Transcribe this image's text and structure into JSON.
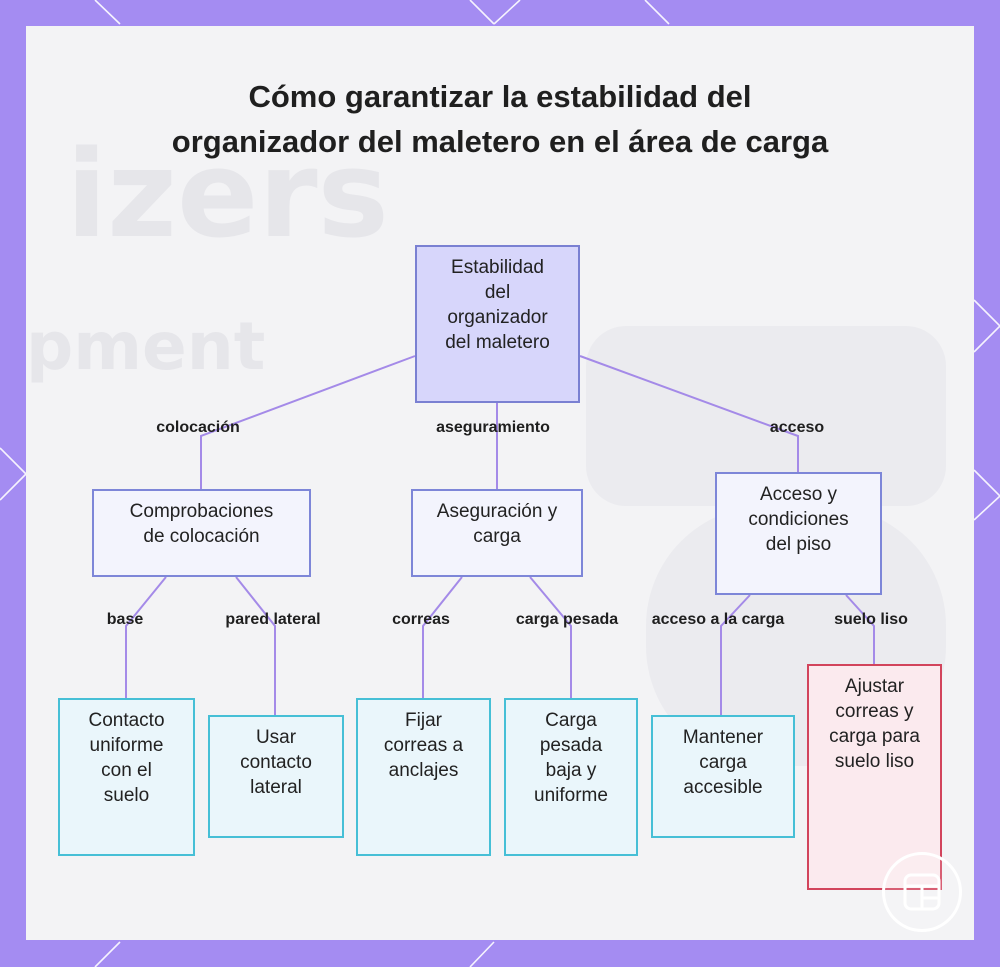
{
  "title": "Cómo garantizar la estabilidad del organizador del maletero en el área de carga",
  "watermark": {
    "word1": "izers",
    "word2": "pment"
  },
  "nodes": {
    "root": "Estabilidad del organizador del maletero",
    "colocacion": "Comprobaciones de colocación",
    "aseguracion": "Aseguración y carga",
    "acceso": "Acceso y condiciones del piso",
    "contacto": "Contacto uniforme con el suelo",
    "lateral": "Usar contacto lateral",
    "fijar": "Fijar correas a anclajes",
    "pesada": "Carga pesada baja y uniforme",
    "mantener": "Mantener carga accesible",
    "ajustar": "Ajustar correas y carga para suelo liso"
  },
  "edges": {
    "colocacion": "colocación",
    "aseguramiento": "aseguramiento",
    "acceso": "acceso",
    "base": "base",
    "pared": "pared lateral",
    "correas": "correas",
    "carga_pesada": "carga pesada",
    "acceso_carga": "acceso a la carga",
    "suelo_liso": "suelo liso"
  },
  "colors": {
    "frame": "#a48cf2",
    "edge": "#a48ae8",
    "leaf_border": "#46bfd6",
    "highlight_border": "#d2445c"
  },
  "logo_icon": "layout-grid-icon"
}
